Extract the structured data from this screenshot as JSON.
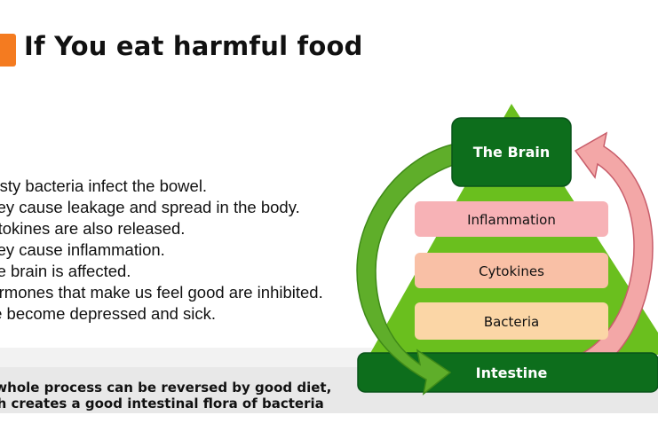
{
  "slide": {
    "title": "If You eat harmful food",
    "accent_color": "#f47b20"
  },
  "bullets": [
    "Nasty bacteria infect the bowel.",
    "They cause leakage and spread in the body.",
    "Cytokines are also released.",
    "They cause inflammation.",
    "The brain is affected.",
    "Hormones that make us feel good are inhibited.",
    "We become depressed and sick."
  ],
  "footer": {
    "line1": "The whole process can be reversed by good diet,",
    "line2": "which creates a good intestinal flora of bacteria"
  },
  "diagram": {
    "brain": "The Brain",
    "inflammation": "Inflammation",
    "cytokines": "Cytokines",
    "bacteria": "Bacteria",
    "intestine": "Intestine",
    "colors": {
      "pyramid": "#6abf1e",
      "dark_box": "#0d6e1c",
      "inflammation": "#f7b2b6",
      "cytokines": "#f9c0a6",
      "bacteria": "#fbd6a6",
      "green_arrow": "#5fae2a",
      "pink_arrow": "#f3a7a7"
    }
  }
}
